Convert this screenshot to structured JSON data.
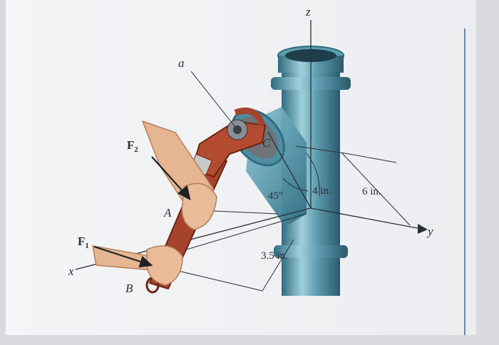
{
  "figure": {
    "axes": {
      "z": "z",
      "y": "y",
      "x": "x"
    },
    "points": {
      "a": "a",
      "A": "A",
      "B": "B",
      "C": "C"
    },
    "forces": {
      "F2": {
        "letter": "F",
        "subscript": "2"
      },
      "F1": {
        "letter": "F",
        "subscript": "1"
      }
    },
    "dimensions": {
      "angle": "45°",
      "d4": "4 in.",
      "d6": "6 in.",
      "d35": "3.5 in."
    }
  },
  "colors": {
    "pipe_body": "#5f9cb0",
    "pipe_dark": "#2f6c80",
    "pipe_light": "#9fd0dc",
    "wrench": "#a5432c",
    "wrench_dark": "#6e2414",
    "skin": "#e6b592",
    "skin_dark": "#b57f5b",
    "ink": "#2a2f35"
  }
}
